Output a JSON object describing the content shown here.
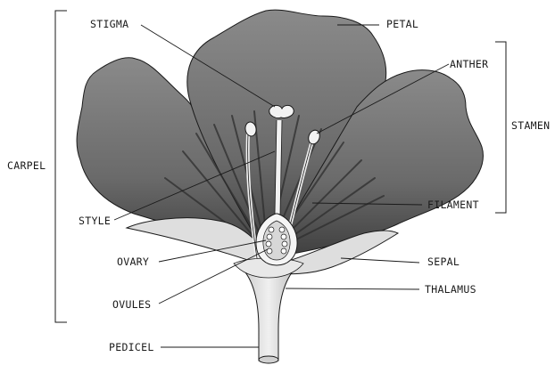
{
  "labels": {
    "stigma": "STIGMA",
    "petal": "PETAL",
    "anther": "ANTHER",
    "stamen": "STAMEN",
    "carpel": "CARPEL",
    "filament": "FILAMENT",
    "style": "STYLE",
    "ovary": "OVARY",
    "sepal": "SEPAL",
    "thalamus": "THALAMUS",
    "ovules": "OVULES",
    "pedicel": "PEDICEL"
  },
  "colors": {
    "petal": "#6e6e6e",
    "petal_dark": "#4a4a4a",
    "petal_light": "#9a9a9a",
    "sepal": "#d9d9d9",
    "stem": "#e6e6e6",
    "outline": "#1a1a1a"
  }
}
